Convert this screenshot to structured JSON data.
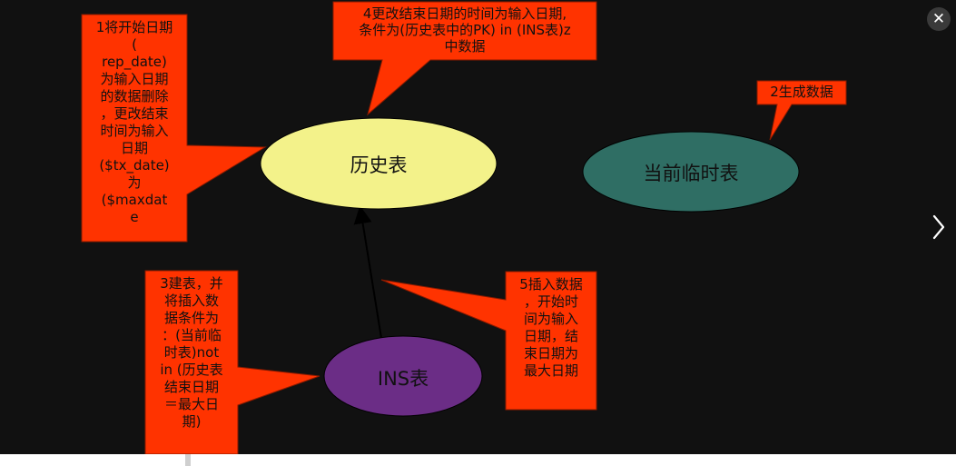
{
  "diagram": {
    "nodes": {
      "history_table": {
        "label": "历史表",
        "color": "#f3f28a"
      },
      "current_temp_table": {
        "label": "当前临时表",
        "color": "#2f6e64"
      },
      "ins_table": {
        "label": "INS表",
        "color": "#6b2d86"
      }
    },
    "callouts": {
      "step1": "1将开始日期\n(\nrep_date)\n为输入日期\n的数据删除\n，更改结束\n时间为输入\n日期\n($tx_date)\n为\n($maxdat\ne",
      "step2": "2生成数据",
      "step3": "3建表，并\n将插入数\n据条件为\n：(当前临\n时表)not\nin (历史表\n结束日期\n＝最大日\n期)",
      "step4": "4更改结束日期的时间为输入日期,\n条件为(历史表中的PK) in (INS表)z\n中数据",
      "step5": "5插入数据\n，开始时\n间为输入\n日期，结\n束日期为\n最大日期"
    },
    "callout_color": "#ff3300"
  },
  "viewer": {
    "close_icon": "close-icon",
    "next_icon": "chevron-right-icon",
    "close_glyph": "✕"
  }
}
